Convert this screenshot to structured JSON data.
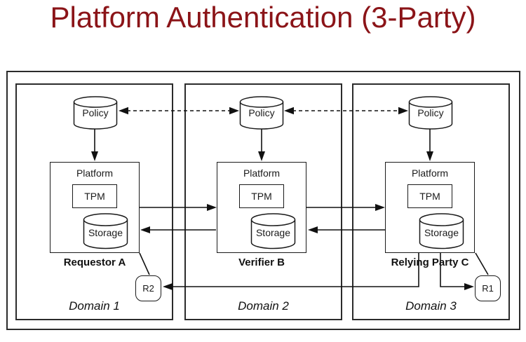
{
  "title": "Platform Authentication (3-Party)",
  "colors": {
    "title": "#8b1418",
    "line": "#111111",
    "background": "#ffffff"
  },
  "domains": [
    {
      "label": "Domain 1",
      "party": "Requestor A",
      "policy": "Policy",
      "platform": "Platform",
      "tpm": "TPM",
      "storage": "Storage"
    },
    {
      "label": "Domain 2",
      "party": "Verifier B",
      "policy": "Policy",
      "platform": "Platform",
      "tpm": "TPM",
      "storage": "Storage"
    },
    {
      "label": "Domain 3",
      "party": "Relying Party C",
      "policy": "Policy",
      "platform": "Platform",
      "tpm": "TPM",
      "storage": "Storage"
    }
  ],
  "nodes": {
    "r2": "R2",
    "r1": "R1"
  }
}
